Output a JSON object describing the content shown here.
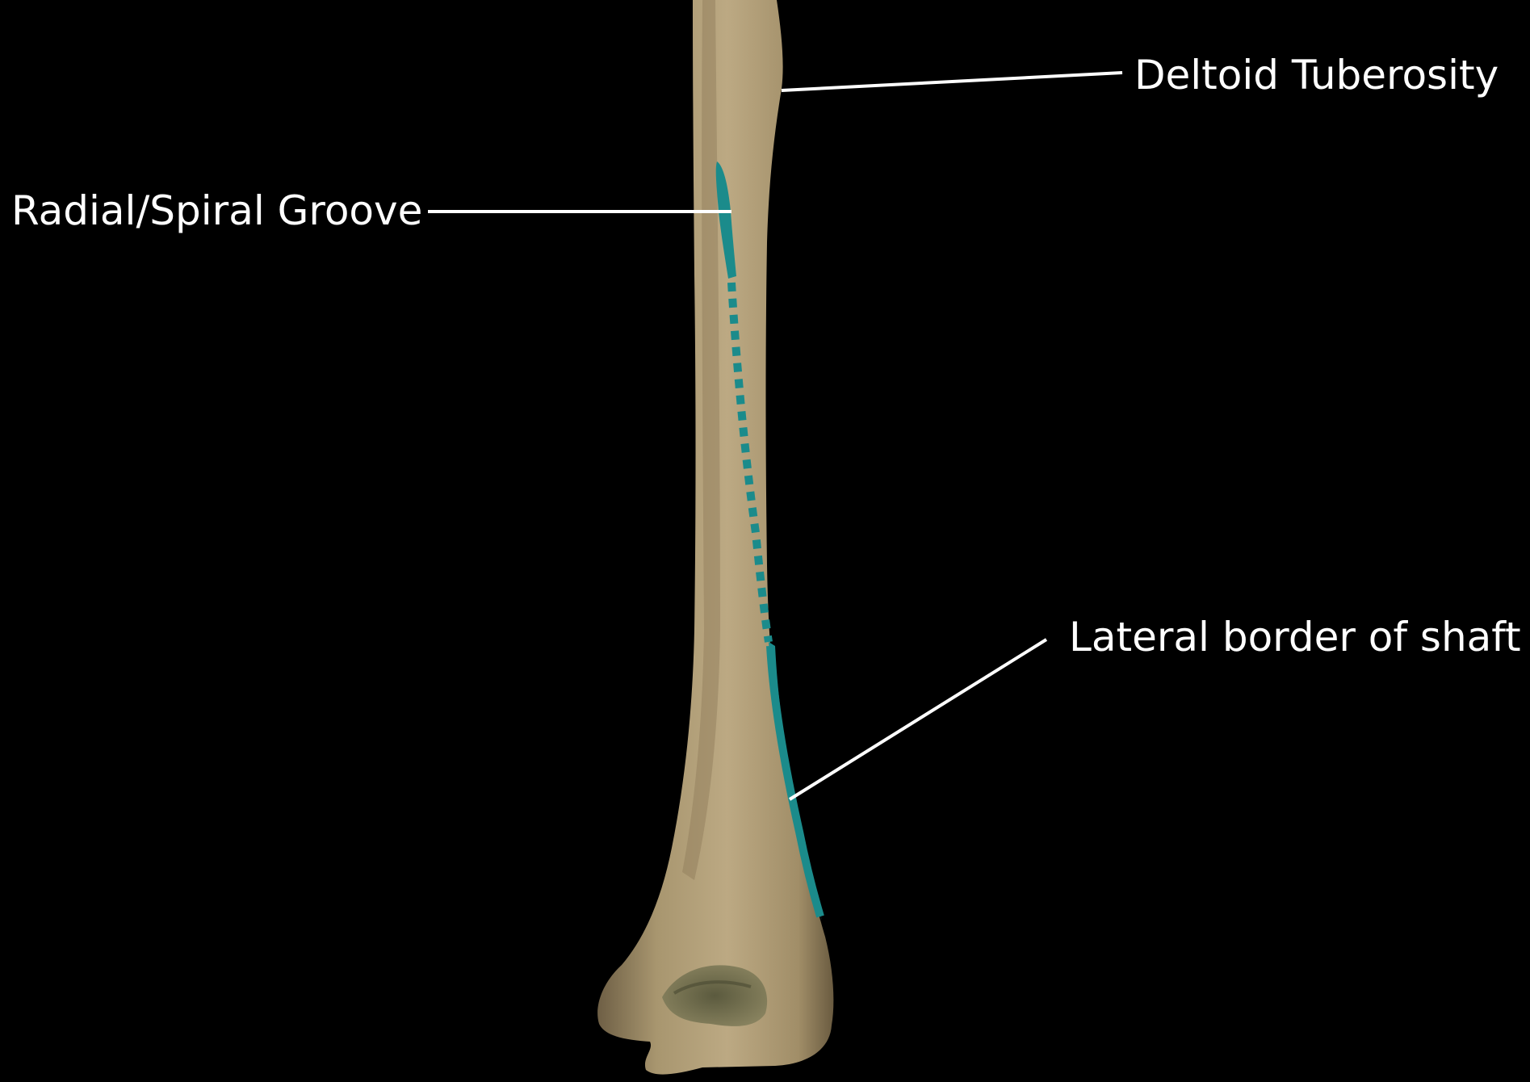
{
  "labels": {
    "deltoid_tuberosity": "Deltoid Tuberosity",
    "radial_spiral_groove": "Radial/Spiral Groove",
    "lateral_border": "Lateral border of shaft"
  },
  "colors": {
    "background": "#000000",
    "bone": "#b9a67f",
    "highlight": "#1a8a8a",
    "text": "#ffffff"
  }
}
